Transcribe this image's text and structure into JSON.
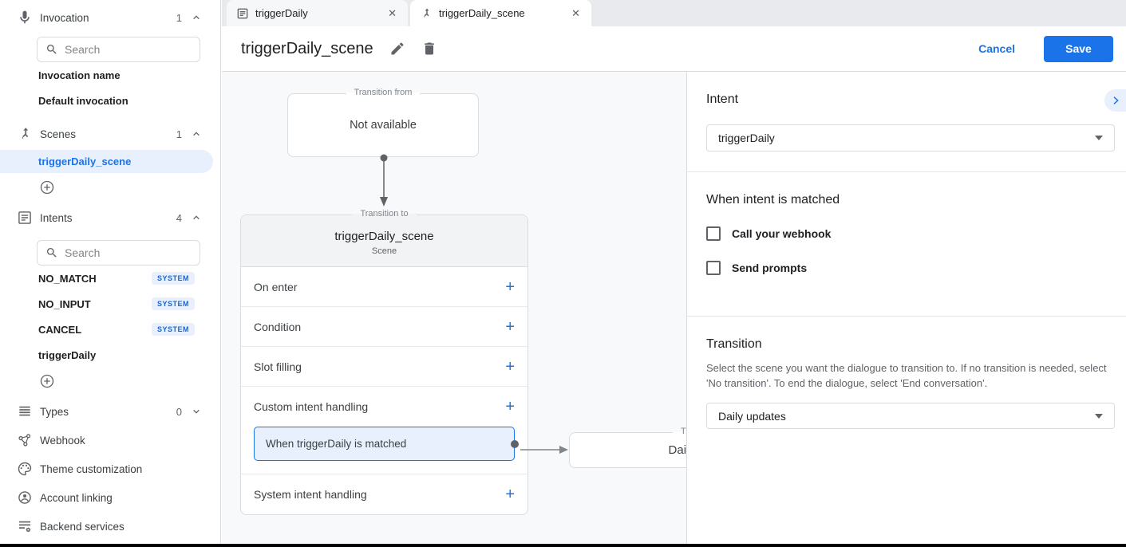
{
  "colors": {
    "accent": "#1a73e8",
    "selected_bg": "#e8f0fe",
    "canvas_bg": "#f8f9fa",
    "border": "#dadce0",
    "badge_text": "#1967d2"
  },
  "sidebar": {
    "invocation": {
      "label": "Invocation",
      "count": "1",
      "search_placeholder": "Search",
      "items": [
        {
          "label": "Invocation name"
        },
        {
          "label": "Default invocation"
        }
      ]
    },
    "scenes": {
      "label": "Scenes",
      "count": "1",
      "items": [
        {
          "label": "triggerDaily_scene"
        }
      ]
    },
    "intents": {
      "label": "Intents",
      "count": "4",
      "search_placeholder": "Search",
      "items": [
        {
          "label": "NO_MATCH",
          "badge": "SYSTEM"
        },
        {
          "label": "NO_INPUT",
          "badge": "SYSTEM"
        },
        {
          "label": "CANCEL",
          "badge": "SYSTEM"
        },
        {
          "label": "triggerDaily"
        }
      ]
    },
    "types": {
      "label": "Types",
      "count": "0"
    },
    "webhook": {
      "label": "Webhook"
    },
    "theme": {
      "label": "Theme customization"
    },
    "account": {
      "label": "Account linking"
    },
    "backend": {
      "label": "Backend services"
    }
  },
  "tabs": [
    {
      "label": "triggerDaily",
      "close": "✕"
    },
    {
      "label": "triggerDaily_scene",
      "close": "✕"
    }
  ],
  "header": {
    "title": "triggerDaily_scene",
    "cancel": "Cancel",
    "save": "Save"
  },
  "canvas": {
    "from_box": {
      "legend": "Transition from",
      "text": "Not available"
    },
    "scene_card": {
      "legend": "Transition to",
      "title": "triggerDaily_scene",
      "subtitle": "Scene",
      "rows": [
        {
          "label": "On enter",
          "add": "+"
        },
        {
          "label": "Condition",
          "add": "+"
        },
        {
          "label": "Slot filling",
          "add": "+"
        },
        {
          "label": "Custom intent handling",
          "add": "+"
        },
        {
          "label": "System intent handling",
          "add": "+"
        }
      ],
      "custom_child": "When triggerDaily is matched"
    },
    "target_box": {
      "legend": "Transition to",
      "text": "Daily updates"
    }
  },
  "panel": {
    "intent_heading": "Intent",
    "intent_value": "triggerDaily",
    "matched_heading": "When intent is matched",
    "checkbox_webhook": "Call your webhook",
    "checkbox_prompts": "Send prompts",
    "transition_heading": "Transition",
    "transition_description": "Select the scene you want the dialogue to transition to. If no transition is needed, select 'No transition'. To end the dialogue, select 'End conversation'.",
    "transition_value": "Daily updates"
  }
}
